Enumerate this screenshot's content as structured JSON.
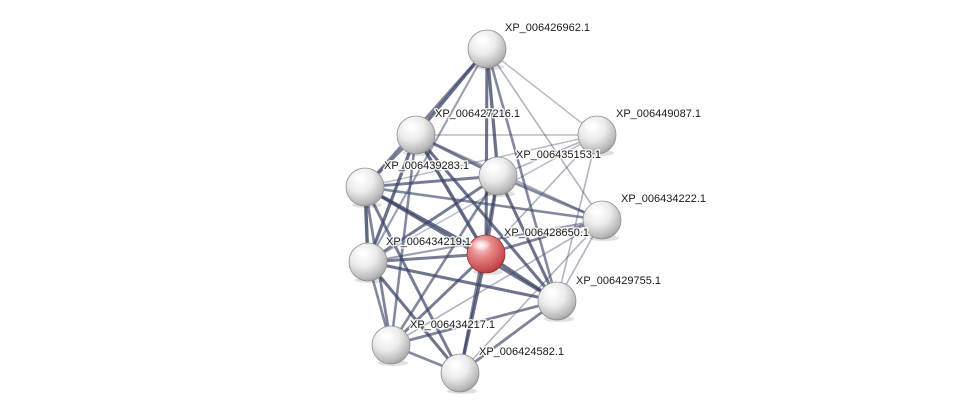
{
  "network": {
    "query_color": "#e05a5e",
    "node_color": "#e8e8e8",
    "edge_color": "#3b4466",
    "nodes": [
      {
        "id": "XP_006428650",
        "label": "XP_006428650.1",
        "query": true
      },
      {
        "id": "XP_006426962",
        "label": "XP_006426962.1"
      },
      {
        "id": "XP_006427216",
        "label": "XP_006427216.1"
      },
      {
        "id": "XP_006449087",
        "label": "XP_006449087.1"
      },
      {
        "id": "XP_006439283",
        "label": "XP_006439283.1"
      },
      {
        "id": "XP_006435153",
        "label": "XP_006435153.1"
      },
      {
        "id": "XP_006434222",
        "label": "XP_006434222.1"
      },
      {
        "id": "XP_006434219",
        "label": "XP_006434219.1"
      },
      {
        "id": "XP_006429755",
        "label": "XP_006429755.1"
      },
      {
        "id": "XP_006434217",
        "label": "XP_006434217.1"
      },
      {
        "id": "XP_006424582",
        "label": "XP_006424582.1"
      }
    ],
    "edges": [
      {
        "source": "XP_006426962",
        "target": "XP_006427216",
        "score": 0.7
      },
      {
        "source": "XP_006426962",
        "target": "XP_006439283",
        "score": 0.55
      },
      {
        "source": "XP_006426962",
        "target": "XP_006435153",
        "score": 0.7
      },
      {
        "source": "XP_006426962",
        "target": "XP_006428650",
        "score": 0.65
      },
      {
        "source": "XP_006426962",
        "target": "XP_006449087",
        "score": 0.15
      },
      {
        "source": "XP_006426962",
        "target": "XP_006434222",
        "score": 0.2
      },
      {
        "source": "XP_006426962",
        "target": "XP_006429755",
        "score": 0.5
      },
      {
        "source": "XP_006426962",
        "target": "XP_006434219",
        "score": 0.35
      },
      {
        "source": "XP_006427216",
        "target": "XP_006439283",
        "score": 0.55
      },
      {
        "source": "XP_006427216",
        "target": "XP_006435153",
        "score": 0.6
      },
      {
        "source": "XP_006427216",
        "target": "XP_006428650",
        "score": 0.75
      },
      {
        "source": "XP_006427216",
        "target": "XP_006449087",
        "score": 0.15
      },
      {
        "source": "XP_006427216",
        "target": "XP_006434219",
        "score": 0.7
      },
      {
        "source": "XP_006427216",
        "target": "XP_006429755",
        "score": 0.65
      },
      {
        "source": "XP_006427216",
        "target": "XP_006434217",
        "score": 0.5
      },
      {
        "source": "XP_006427216",
        "target": "XP_006434222",
        "score": 0.3
      },
      {
        "source": "XP_006449087",
        "target": "XP_006435153",
        "score": 0.2
      },
      {
        "source": "XP_006449087",
        "target": "XP_006428650",
        "score": 0.2
      },
      {
        "source": "XP_006449087",
        "target": "XP_006439283",
        "score": 0.15
      },
      {
        "source": "XP_006449087",
        "target": "XP_006429755",
        "score": 0.2
      },
      {
        "source": "XP_006449087",
        "target": "XP_006434219",
        "score": 0.15
      },
      {
        "source": "XP_006439283",
        "target": "XP_006435153",
        "score": 0.6
      },
      {
        "source": "XP_006439283",
        "target": "XP_006428650",
        "score": 0.7
      },
      {
        "source": "XP_006439283",
        "target": "XP_006434219",
        "score": 0.75
      },
      {
        "source": "XP_006439283",
        "target": "XP_006429755",
        "score": 0.65
      },
      {
        "source": "XP_006439283",
        "target": "XP_006434217",
        "score": 0.55
      },
      {
        "source": "XP_006439283",
        "target": "XP_006424582",
        "score": 0.6
      },
      {
        "source": "XP_006439283",
        "target": "XP_006434222",
        "score": 0.5
      },
      {
        "source": "XP_006435153",
        "target": "XP_006428650",
        "score": 0.6
      },
      {
        "source": "XP_006435153",
        "target": "XP_006434219",
        "score": 0.6
      },
      {
        "source": "XP_006435153",
        "target": "XP_006434222",
        "score": 0.5
      },
      {
        "source": "XP_006435153",
        "target": "XP_006429755",
        "score": 0.65
      },
      {
        "source": "XP_006435153",
        "target": "XP_006434217",
        "score": 0.5
      },
      {
        "source": "XP_006435153",
        "target": "XP_006424582",
        "score": 0.55
      },
      {
        "source": "XP_006434222",
        "target": "XP_006428650",
        "score": 0.55
      },
      {
        "source": "XP_006434222",
        "target": "XP_006429755",
        "score": 0.2
      },
      {
        "source": "XP_006434222",
        "target": "XP_006434219",
        "score": 0.35
      },
      {
        "source": "XP_006434222",
        "target": "XP_006434217",
        "score": 0.2
      },
      {
        "source": "XP_006434222",
        "target": "XP_006424582",
        "score": 0.2
      },
      {
        "source": "XP_006434219",
        "target": "XP_006428650",
        "score": 0.6
      },
      {
        "source": "XP_006434219",
        "target": "XP_006429755",
        "score": 0.65
      },
      {
        "source": "XP_006434219",
        "target": "XP_006434217",
        "score": 0.5
      },
      {
        "source": "XP_006434219",
        "target": "XP_006424582",
        "score": 0.65
      },
      {
        "source": "XP_006428650",
        "target": "XP_006429755",
        "score": 0.7
      },
      {
        "source": "XP_006428650",
        "target": "XP_006434217",
        "score": 0.6
      },
      {
        "source": "XP_006428650",
        "target": "XP_006424582",
        "score": 0.7
      },
      {
        "source": "XP_006429755",
        "target": "XP_006434217",
        "score": 0.55
      },
      {
        "source": "XP_006429755",
        "target": "XP_006424582",
        "score": 0.55
      },
      {
        "source": "XP_006434217",
        "target": "XP_006424582",
        "score": 0.5
      }
    ]
  }
}
